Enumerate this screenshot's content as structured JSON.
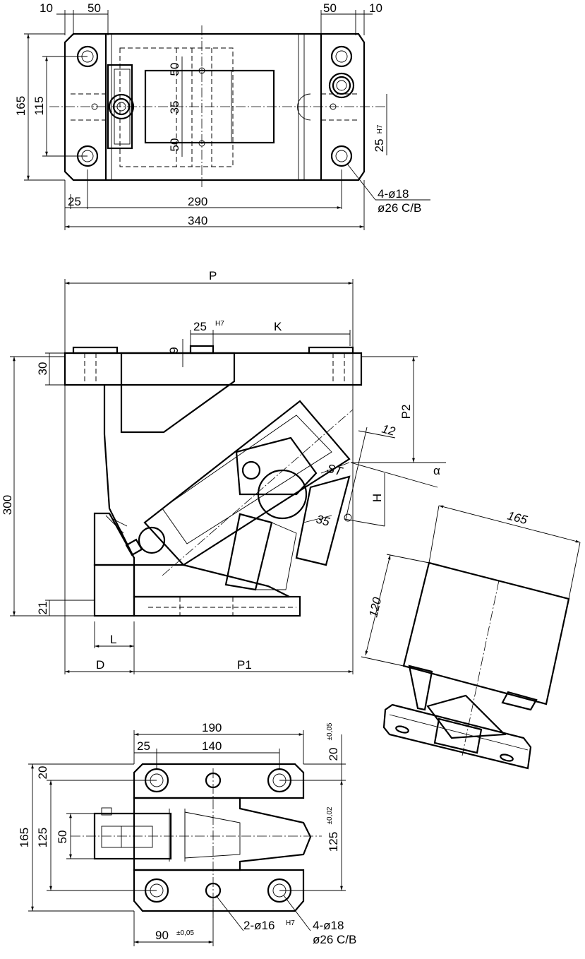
{
  "drawing": {
    "top_view": {
      "dims": {
        "left_10": "10",
        "left_50": "50",
        "right_50": "50",
        "right_10": "10",
        "height_165": "165",
        "height_115": "115",
        "v50_top": "50",
        "v35": "35",
        "v50_bottom": "50",
        "slot_25": "25",
        "slot_25_tol": "H7",
        "left_25": "25",
        "len_290": "290",
        "len_340": "340"
      },
      "holes_note": {
        "line1": "4-ø18",
        "line2": "ø26 C/B"
      }
    },
    "side_view": {
      "dims": {
        "P": "P",
        "key_25": "25",
        "key_25_tol": "H7",
        "K": "K",
        "dim_9": "9",
        "dim_30": "30",
        "dim_300": "300",
        "dim_21": "21",
        "P2": "P2",
        "dim_12": "12",
        "ST": "ST",
        "alpha": "α",
        "H": "H",
        "dim_35": "35",
        "L": "L",
        "D": "D",
        "P1": "P1"
      }
    },
    "iso_view": {
      "dims": {
        "dim_165": "165",
        "dim_120": "120"
      }
    },
    "bottom_view": {
      "dims": {
        "dim_190": "190",
        "dim_25": "25",
        "dim_140": "140",
        "dim_20_left": "20",
        "dim_20_right": "20",
        "dim_20_tol": "±0,05",
        "dim_165": "165",
        "dim_125": "125",
        "dim_50": "50",
        "dim_125_right": "125",
        "dim_125_tol": "±0,02",
        "dim_90": "90",
        "dim_90_tol": "±0,05"
      },
      "pin_note": {
        "text": "2-ø16",
        "tol": "H7"
      },
      "holes_note": {
        "line1": "4-ø18",
        "line2": "ø26 C/B"
      }
    }
  }
}
